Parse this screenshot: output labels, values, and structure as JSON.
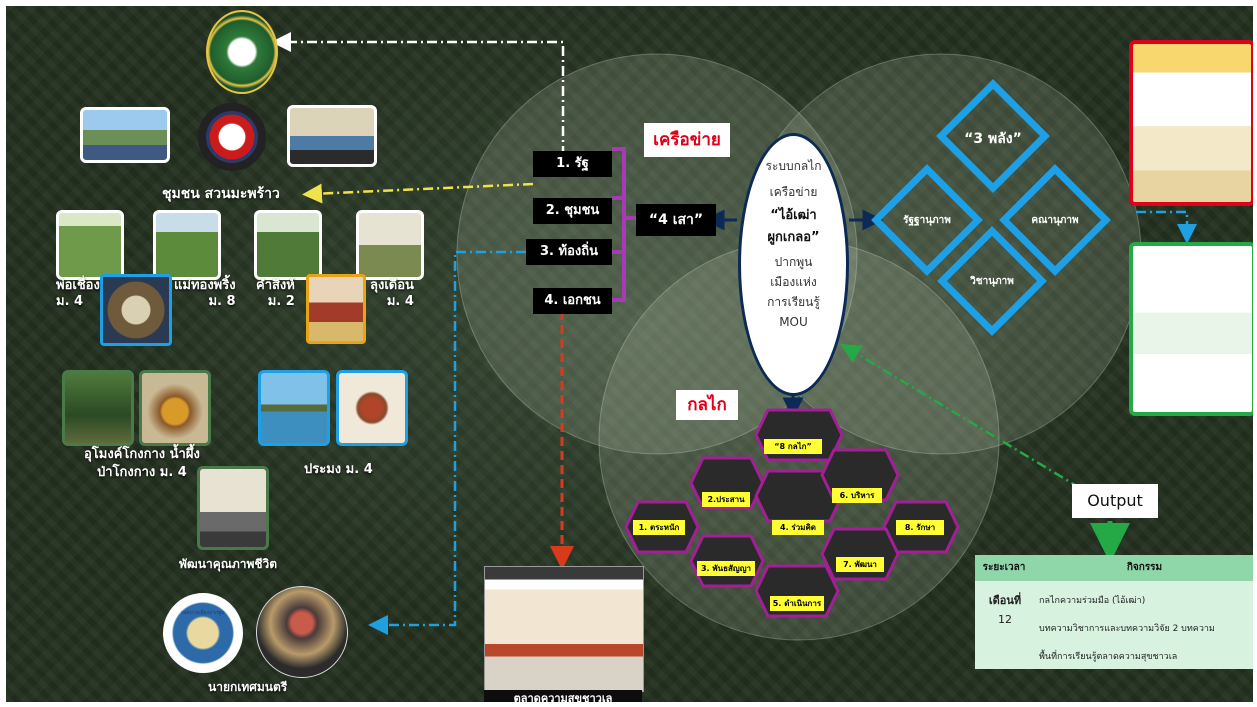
{
  "network": {
    "heading": "เครือข่าย",
    "items": [
      "1. รัฐ",
      "2. ชุมชน",
      "3. ท้องถิ่น",
      "4. เอกชน"
    ],
    "pillars": "“4 เสา”"
  },
  "mechanism": {
    "heading": "กลไก",
    "eight": "“8 กลไก”",
    "items": [
      "1. ตระหนัก",
      "2.ประสาน",
      "3. พันธสัญญา",
      "4. ร่วมคิด",
      "5. ดำเนินการ",
      "6. บริหาร",
      "7. พัฒนา",
      "8. รักษา"
    ]
  },
  "center": {
    "lines": [
      "ระบบกลไก",
      "เครือข่าย",
      "“ไอ้เฒ่า",
      "ผูกเกลอ”",
      "ปากพูน",
      "เมืองแห่ง",
      "การเรียนรู้",
      "MOU"
    ]
  },
  "powers": {
    "title": "“3 พลัง”",
    "items": [
      "รัฐฐานุภาพ",
      "คณานุภาพ",
      "วิชานุภาพ"
    ]
  },
  "community": {
    "title": "ชุมชน สวนมะพร้าว",
    "persons": [
      "พ่อเชื่อง\nม. 4",
      "แม่ทองพริ้ง\nม. 8",
      "คำสิงห์\nม. 2",
      "ลุงเดือน\nม. 4"
    ],
    "tour": "อุโมงค์โกงกาง น้ำผึ้ง\nป่าโกงกาง ม. 4",
    "fishing": "ประมง ม. 4",
    "quality": "พัฒนาคุณภาพชีวิต",
    "mayor": "นายกเทศมนตรี",
    "seal_text": "เทศบาลเมืองปากพูน"
  },
  "market": {
    "label": "ตลาดความสุขชาวเล"
  },
  "output": {
    "label": "Output",
    "table": {
      "headers": [
        "ระยะเวลา",
        "กิจกรรม"
      ],
      "period": "เดือนที่",
      "period_num": "12",
      "activities": [
        "กลไกความร่วมมือ (ไอ้เฒ่า)",
        "บทความวิชาการและบทความวิจัย 2 บทความ",
        "พื้นที่การเรียนรู้ตลาดความสุขชาวเล"
      ]
    }
  },
  "colors": {
    "network_line": "#a63cb5",
    "powers_outline": "#1ea0e6",
    "yellow_label": "#ffff33",
    "red_label": "#e0001a",
    "arrow_yellow": "#f2e24a",
    "arrow_blue": "#1fa0e0",
    "arrow_green": "#25a846",
    "arrow_red": "#d83a1c",
    "table_header": "#8fd6a8",
    "table_body": "#d8f2e0"
  }
}
